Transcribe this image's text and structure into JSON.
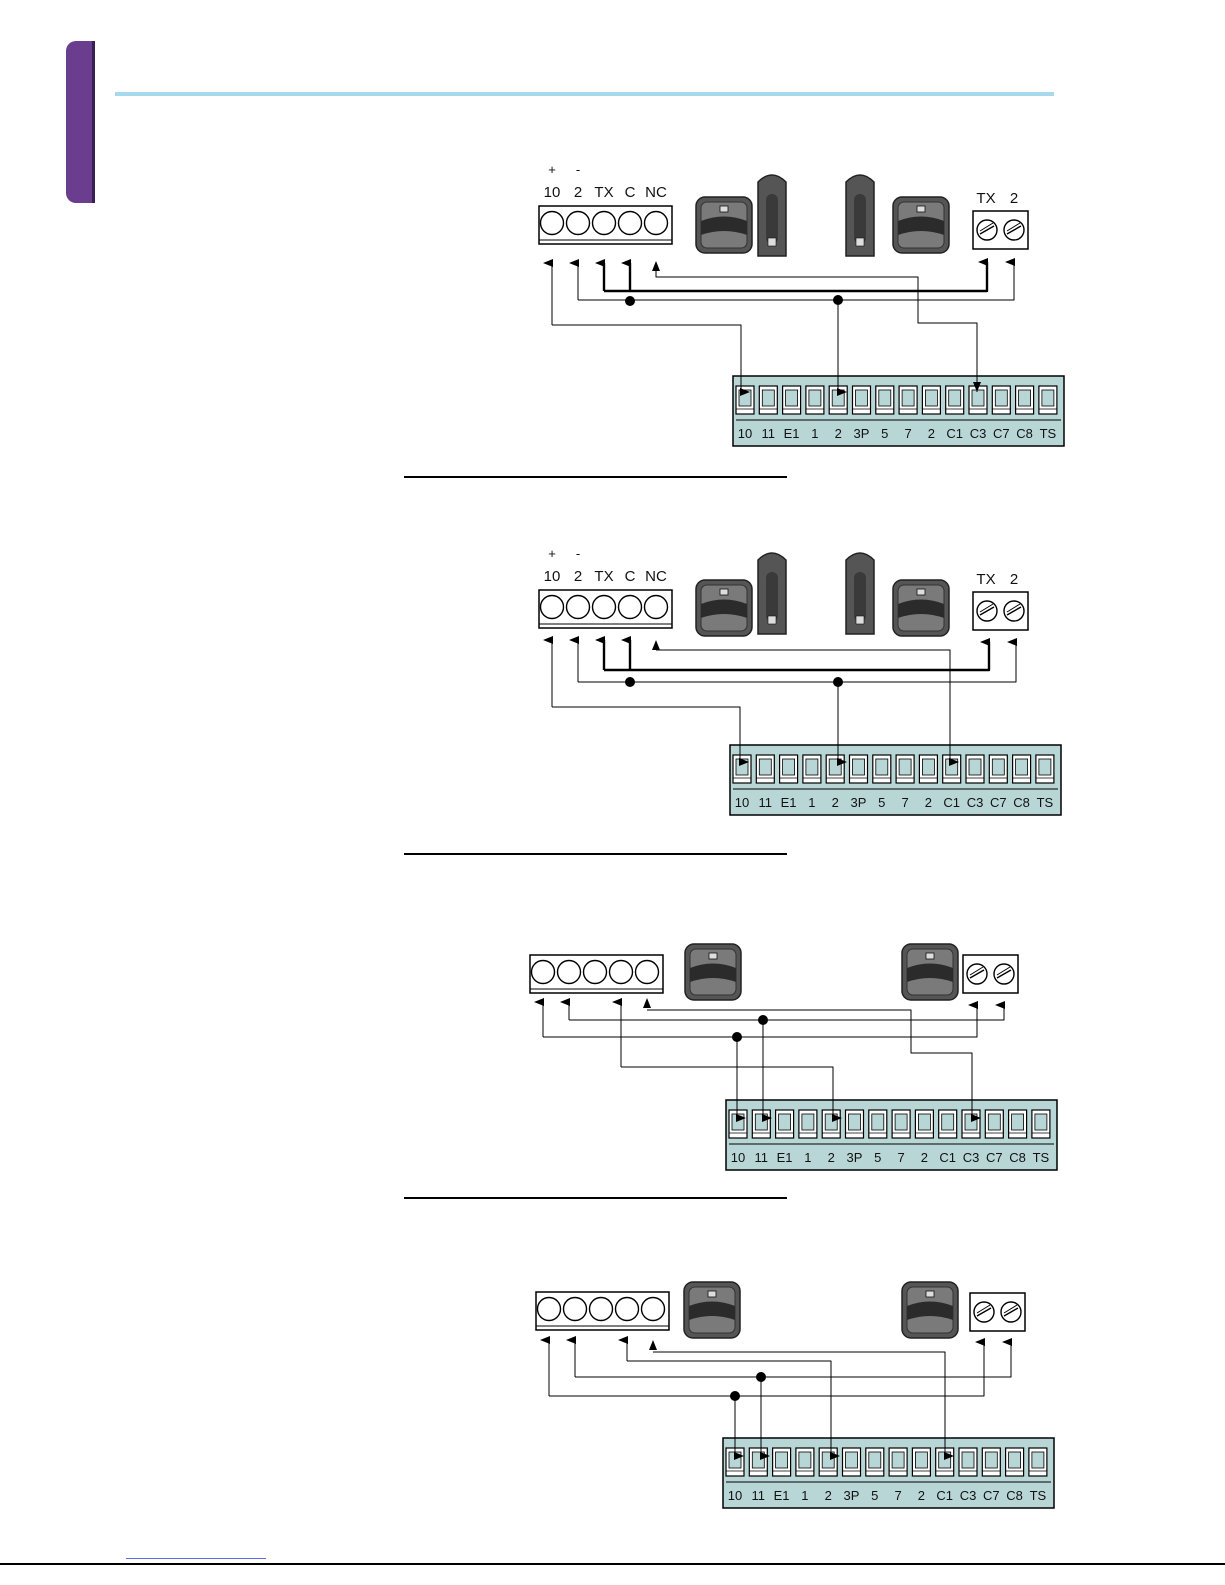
{
  "photocell_labels": {
    "polarity": [
      "+",
      "-"
    ],
    "receiver_terminals": [
      "10",
      "2",
      "TX",
      "C",
      "NC"
    ],
    "transmitter_terminals": [
      "TX",
      "2"
    ]
  },
  "control_board_terminals": [
    "10",
    "11",
    "E1",
    "1",
    "2",
    "3P",
    "5",
    "7",
    "2",
    "C1",
    "C3",
    "C7",
    "C8",
    "TS"
  ],
  "colors": {
    "board_fill": "#b9d6d6",
    "device_body": "#555555",
    "side_tab": "#6a3d8f",
    "header_rule": "#a8d8ee"
  },
  "icons": [
    "photocell-device-icon",
    "photocell-column-icon",
    "screw-terminal-icon",
    "terminal-socket-icon"
  ]
}
